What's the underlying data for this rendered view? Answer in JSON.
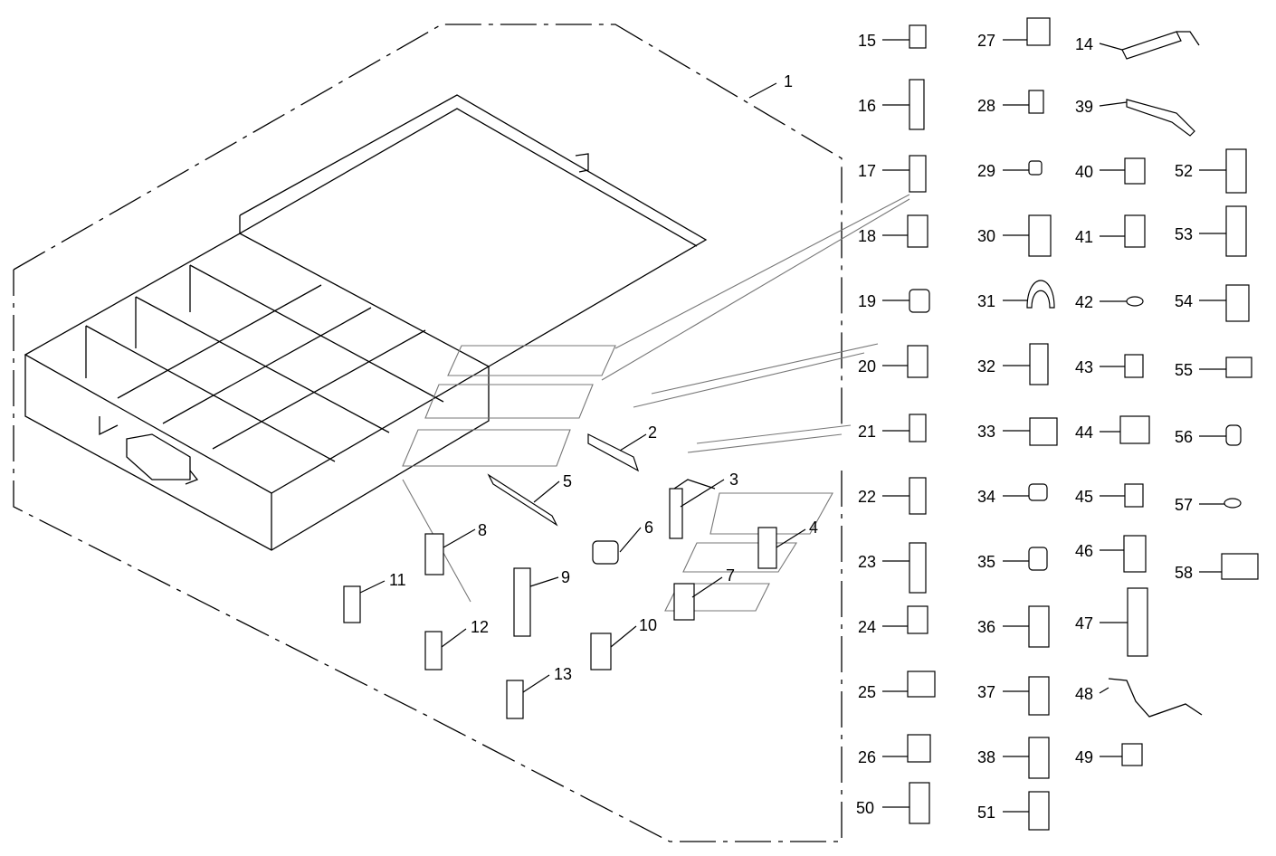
{
  "diagram": {
    "title": "",
    "callouts": [
      "1",
      "2",
      "3",
      "4",
      "5",
      "6",
      "7",
      "8",
      "9",
      "10",
      "11",
      "12",
      "13",
      "14",
      "15",
      "16",
      "17",
      "18",
      "19",
      "20",
      "21",
      "22",
      "23",
      "24",
      "25",
      "26",
      "27",
      "28",
      "29",
      "30",
      "31",
      "32",
      "33",
      "34",
      "35",
      "36",
      "37",
      "38",
      "39",
      "40",
      "41",
      "42",
      "43",
      "44",
      "45",
      "46",
      "47",
      "48",
      "49",
      "50",
      "51",
      "52",
      "53",
      "54",
      "55",
      "56",
      "57",
      "58"
    ],
    "footer_code": "",
    "line_color": "#000000"
  }
}
